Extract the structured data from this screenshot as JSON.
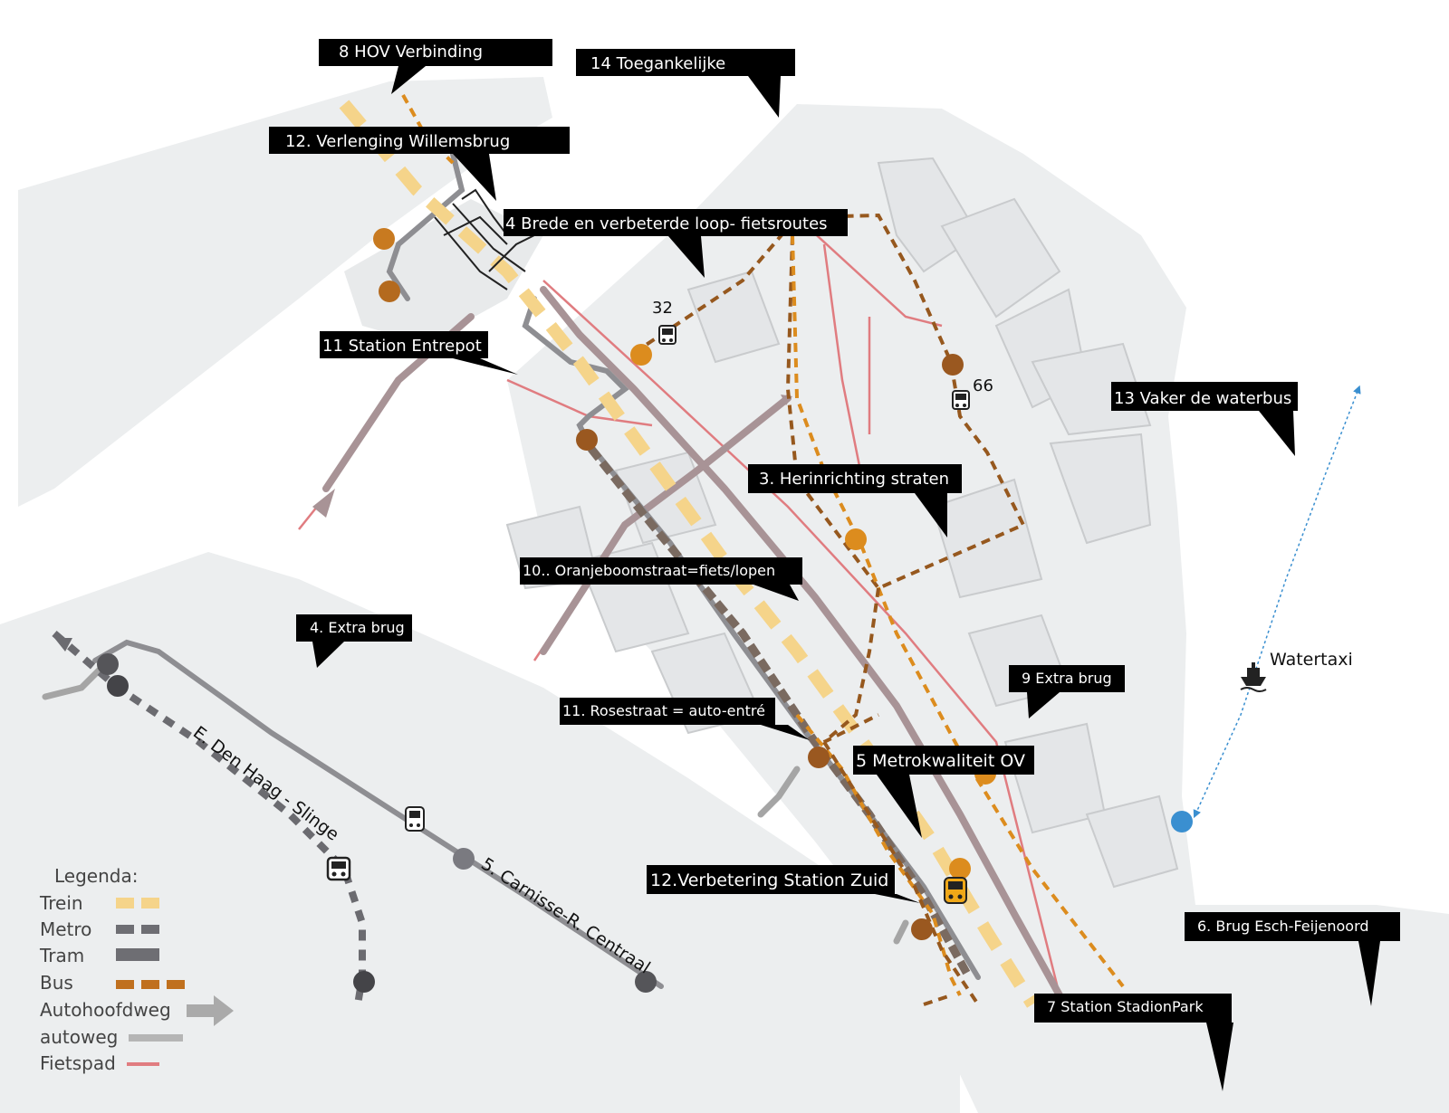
{
  "colors": {
    "land": "#eceeef",
    "block": "#e4e6e8",
    "block_line": "#c9cbcd",
    "train": "#f5d48a",
    "metro": "#6e6e73",
    "tram": "#7a7a80",
    "bus_light": "#dc8c1e",
    "bus_dark": "#96581e",
    "autohoofdweg": "#a89396",
    "autoweg": "#aaaaaa",
    "fietspad": "#e07c80",
    "water_taxi": "#3a8fd0",
    "callout": "#000000"
  },
  "callouts": [
    {
      "id": "c8",
      "text": "8 HOV Verbinding"
    },
    {
      "id": "c14",
      "text": "14 Toegankelijke"
    },
    {
      "id": "c12a",
      "text": "12. Verlenging Willemsbrug"
    },
    {
      "id": "c4a",
      "text": "4 Brede en verbeterde loop- fietsroutes"
    },
    {
      "id": "c11a",
      "text": "11 Station Entrepot"
    },
    {
      "id": "c13",
      "text": "13 Vaker de waterbus"
    },
    {
      "id": "c3",
      "text": "3. Herinrichting straten"
    },
    {
      "id": "c10",
      "text": "10.. Oranjeboomstraat=fiets/lopen"
    },
    {
      "id": "c4b",
      "text": "4. Extra brug"
    },
    {
      "id": "c9",
      "text": "9 Extra brug"
    },
    {
      "id": "c11b",
      "text": "11. Rosestraat = auto-entré"
    },
    {
      "id": "c5",
      "text": "5 Metrokwaliteit OV"
    },
    {
      "id": "c12b",
      "text": "12.Verbetering Station Zuid"
    },
    {
      "id": "c6",
      "text": "6. Brug Esch-Feijenoord"
    },
    {
      "id": "c7",
      "text": "7 Station StadionPark"
    }
  ],
  "labels": {
    "bus_32": "32",
    "bus_66": "66",
    "watertaxi": "Watertaxi",
    "line_den_haag": "E. Den Haag - Slinge",
    "line_carnisse": "5. Carnisse-R. Centraal"
  },
  "legend": {
    "title": "Legenda:",
    "items": [
      {
        "label": "Trein"
      },
      {
        "label": "Metro"
      },
      {
        "label": "Tram"
      },
      {
        "label": "Bus"
      },
      {
        "label": "Autohoofdweg"
      },
      {
        "label": "autoweg"
      },
      {
        "label": "Fietspad"
      }
    ]
  },
  "icons": [
    "bus-icon",
    "tram-icon",
    "train-icon",
    "boat-icon",
    "station-marker-icon"
  ]
}
